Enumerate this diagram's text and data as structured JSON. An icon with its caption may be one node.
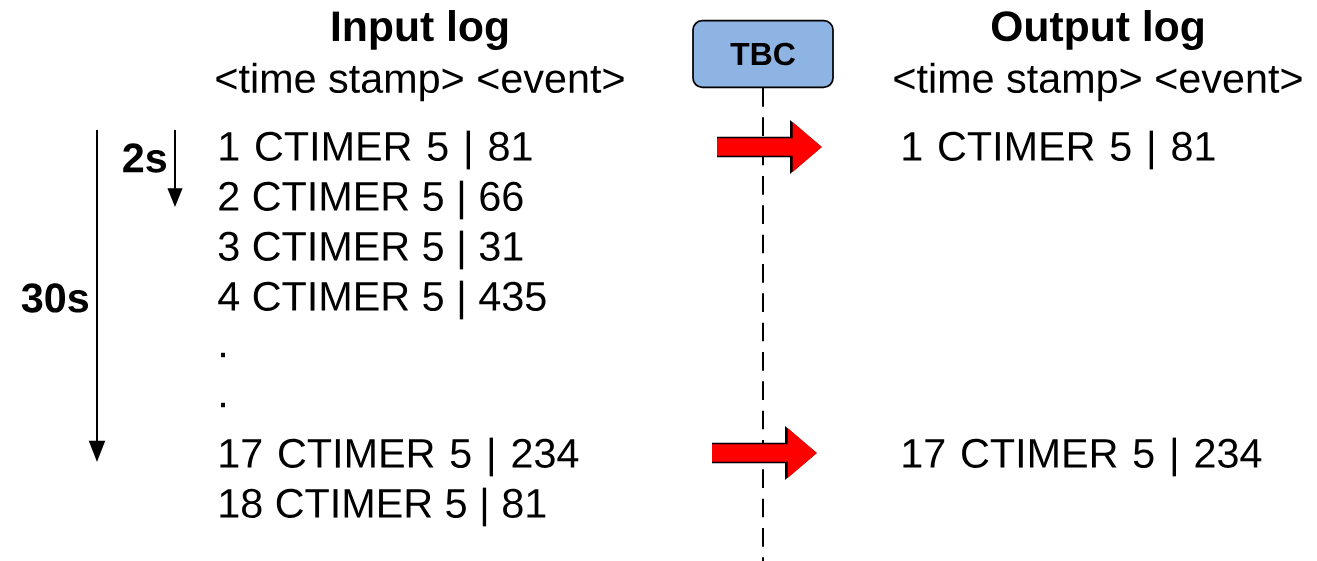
{
  "diagram": {
    "nodes": [
      {
        "text": [
          "TBC"
        ]
      },
      {
        "text": [
          "1 CTIMER 5 | 81"
        ]
      },
      {
        "text": [
          "1 CTIMER 5 | 81"
        ]
      },
      {
        "text": [
          "17 CTIMER 5 | 234"
        ]
      },
      {
        "text": [
          "17 CTIMER 5 | 234"
        ]
      }
    ],
    "labels": [
      "Input log",
      "<time stamp> <event>",
      "Output log",
      "<time stamp> <event>",
      "2s",
      "30s",
      "2 CTIMER 5 | 66",
      "3 CTIMER 5 | 31",
      "4 CTIMER 5 | 435",
      ".",
      ".",
      "18 CTIMER 5 | 81"
    ]
  }
}
